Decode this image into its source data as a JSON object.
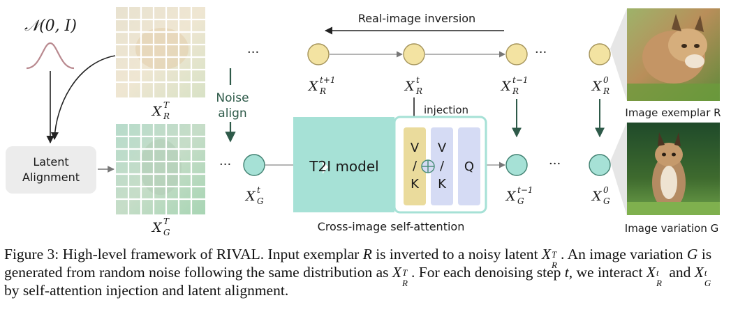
{
  "colors": {
    "node_yellow": "#f3e3a2",
    "node_yellow_stroke": "#a4935a",
    "node_teal": "#a6e1d6",
    "node_teal_stroke": "#3e7f6f",
    "model_fill": "#a6e1d6",
    "vk_yellow": "#eadb9c",
    "vk_blue": "#d5dbf4",
    "noise_green": "#2e5a49",
    "latent_box": "#ececec"
  },
  "labels": {
    "noise_dist": "𝒩(0, I)",
    "latent_alignment_1": "Latent",
    "latent_alignment_2": "Alignment",
    "noise_align_1": "Noise",
    "noise_align_2": "align",
    "real_inversion": "Real-image inversion",
    "injection": "injection",
    "t2i_model": "T2I model",
    "cross_attention": "Cross-image self-attention",
    "image_exemplar": "Image exemplar R",
    "image_variation": "Image variation G",
    "ellipsis": "···",
    "v": "V",
    "slash": "/",
    "k": "K",
    "q": "Q",
    "plus": "⊕"
  },
  "nodes": {
    "xrT": {
      "base": "X",
      "sup": "T",
      "sub": "R"
    },
    "xgT": {
      "base": "X",
      "sup": "T",
      "sub": "G"
    },
    "xrt1": {
      "base": "X",
      "sup": "t+1",
      "sub": "R"
    },
    "xrt": {
      "base": "X",
      "sup": "t",
      "sub": "R"
    },
    "xrtm1": {
      "base": "X",
      "sup": "t−1",
      "sub": "R"
    },
    "xr0": {
      "base": "X",
      "sup": "0",
      "sub": "R"
    },
    "xgt": {
      "base": "X",
      "sup": "t",
      "sub": "G"
    },
    "xgtm1": {
      "base": "X",
      "sup": "t−1",
      "sub": "G"
    },
    "xg0": {
      "base": "X",
      "sup": "0",
      "sub": "G"
    }
  },
  "caption": {
    "p1": "Figure 3: High-level framework of RIVAL. Input exemplar ",
    "R1": "R",
    "p2": " is inverted to a noisy latent ",
    "p3": ". An image variation ",
    "G1": "G",
    "p4": " is generated from random noise following the same distribution as ",
    "p5": ". For each denoising step ",
    "t1": "t",
    "p6": ", we interact ",
    "p7": " and ",
    "p8": " by self-attention injection and latent alignment."
  }
}
